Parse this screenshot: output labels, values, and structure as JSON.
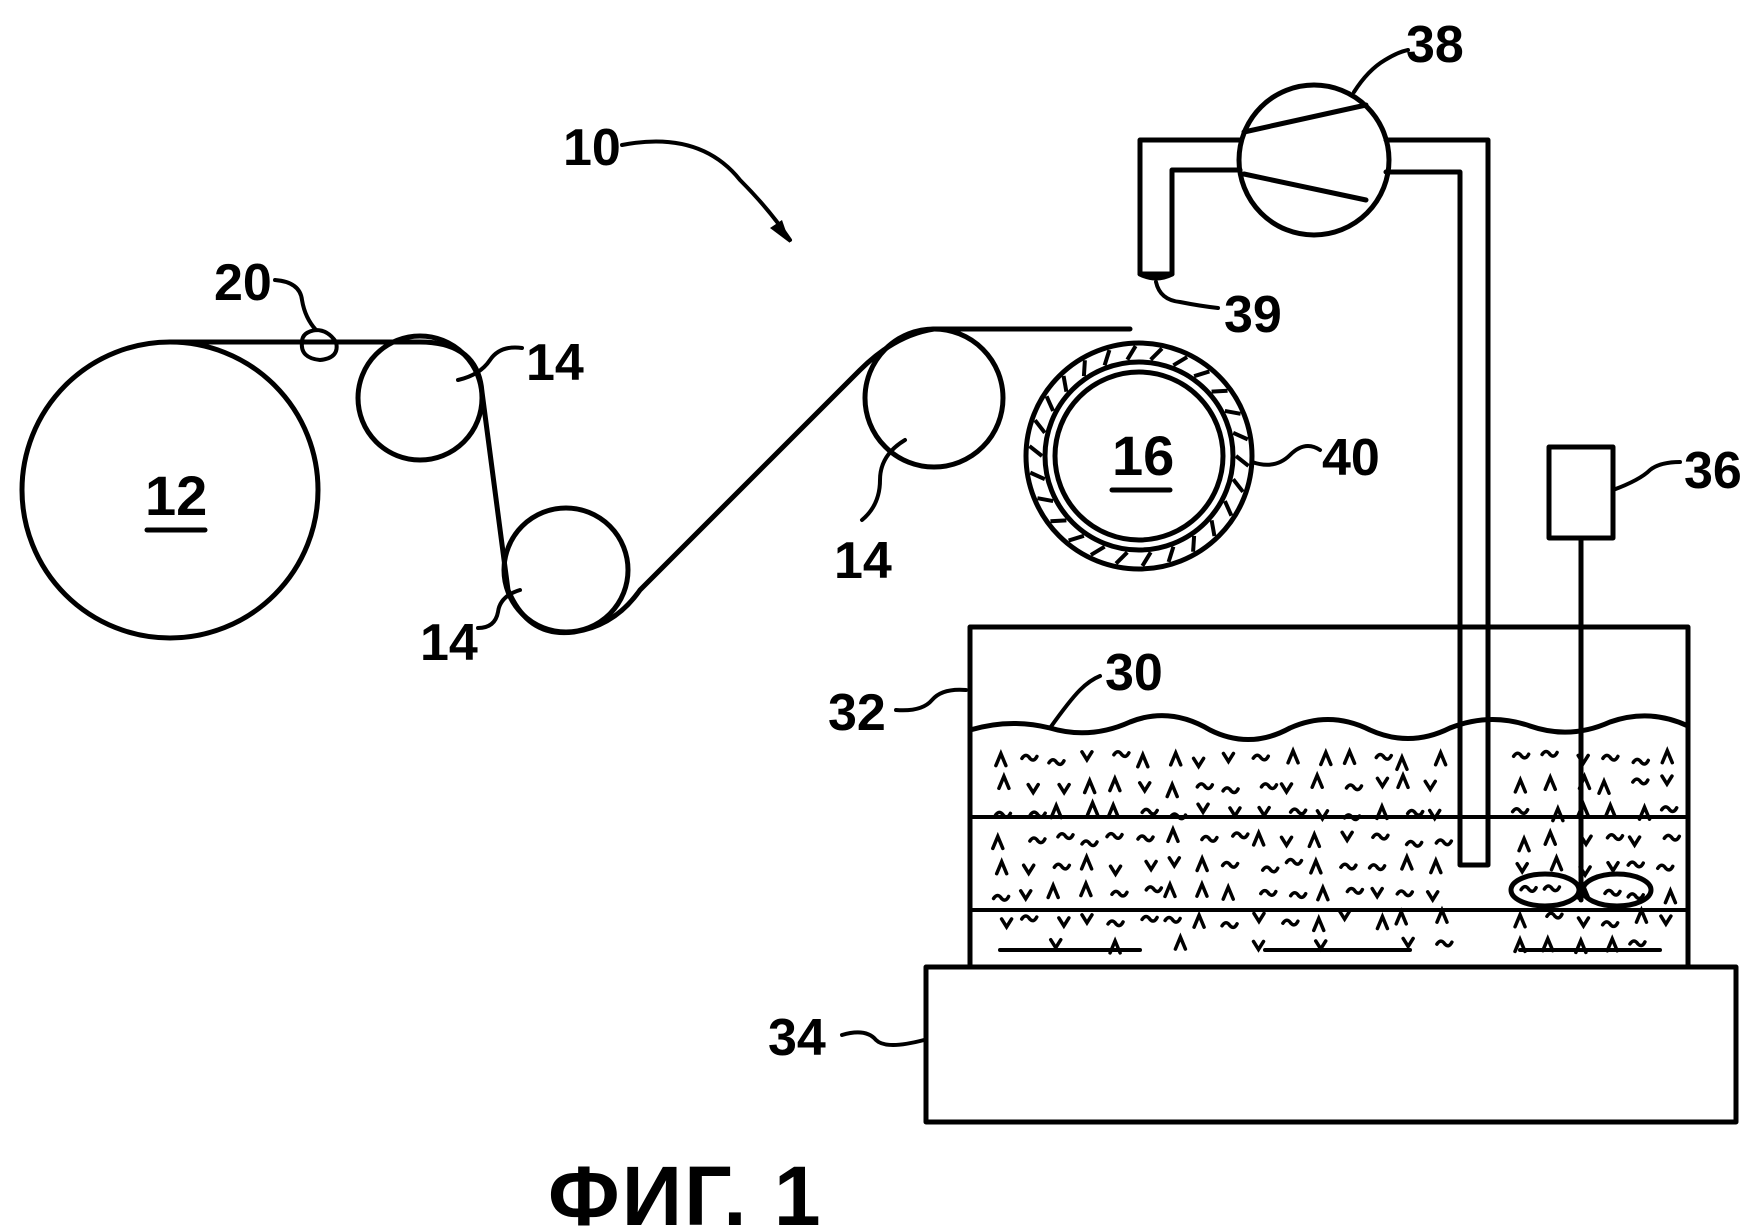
{
  "labels": {
    "apparatus": "10",
    "supply_roll": "12",
    "guide_rollers": "14",
    "guide_roller_a": "14",
    "guide_roller_b": "14",
    "guide_roller_c": "14",
    "coating_roll": "16",
    "substrate": "20",
    "dispersion": "30",
    "container": "32",
    "base": "34",
    "stirrer": "36",
    "pump": "38",
    "nozzle": "39",
    "coating_layer": "40"
  },
  "caption": "ФИГ. 1"
}
